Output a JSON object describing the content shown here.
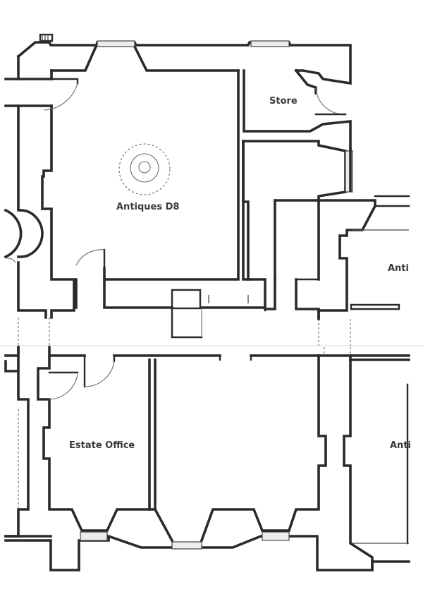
{
  "labels": {
    "antiques_d8": "Antiques D8",
    "store": "Store",
    "estate_office": "Estate Office",
    "anti_right_upper": "Anti",
    "anti_right_lower": "Anti"
  },
  "colors": {
    "wall": "#2a2a2a",
    "paper": "#ffffff",
    "text": "#3a3a3a"
  }
}
